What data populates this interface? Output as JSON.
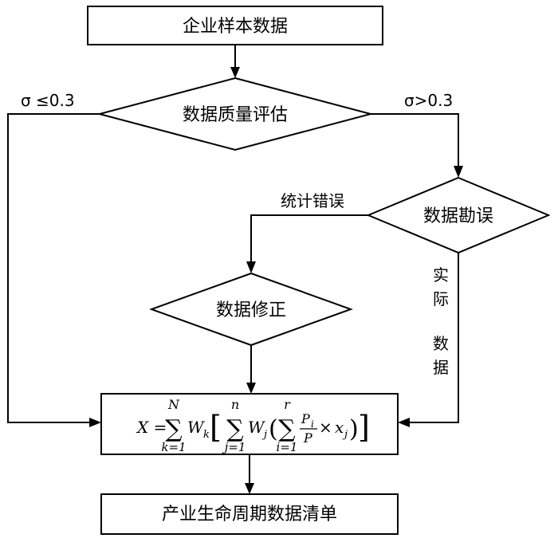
{
  "nodes": {
    "start": "企业样本数据",
    "assess": "数据质量评估",
    "survey": "数据勘误",
    "fix": "数据修正",
    "end": "产业生命周期数据清单"
  },
  "edges": {
    "low_sigma": "σ ≤0.3",
    "high_sigma": "σ>0.3",
    "stat_error": "统计错误",
    "actual_data_1": "实际",
    "actual_data_2": "数据"
  },
  "formula": {
    "lhs": "X =",
    "sum1_top": "N",
    "sum1_bottom": "k=1",
    "w_k": "W",
    "w_k_sub": "k",
    "sum2_top": "n",
    "sum2_bottom": "j=1",
    "w_j": "W",
    "w_j_sub": "j",
    "sum3_top": "r",
    "sum3_bottom": "i=1",
    "frac_num": "P",
    "frac_num_sub": "i",
    "frac_den": "P",
    "x_j": "x",
    "x_j_sub": "j"
  }
}
